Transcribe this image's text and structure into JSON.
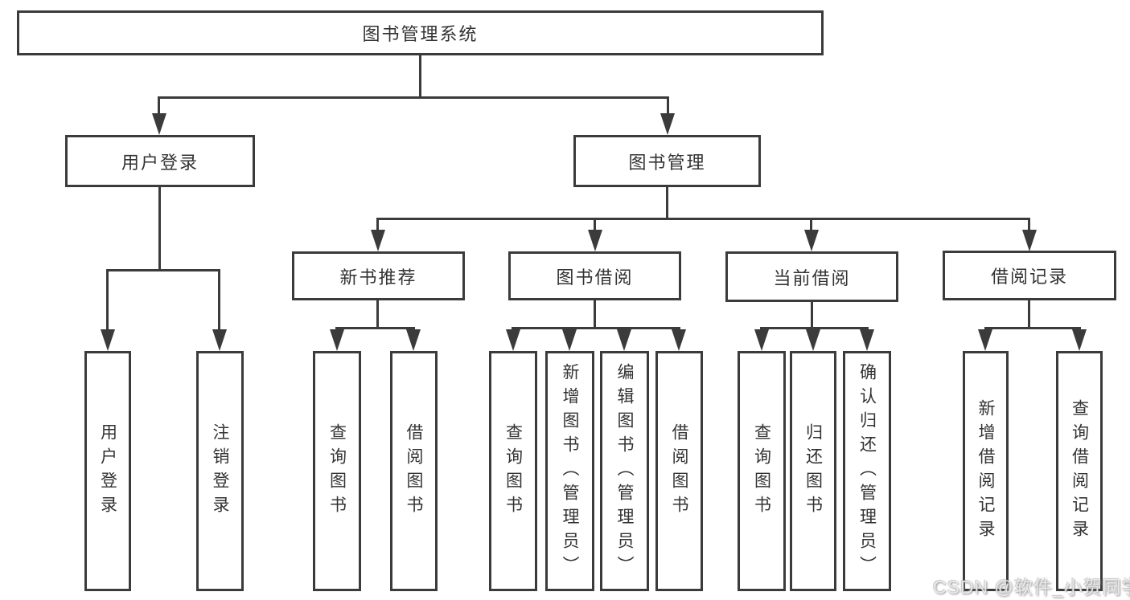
{
  "nodes": {
    "root": "图书管理系统",
    "user_login": "用户登录",
    "book_mgmt": "图书管理",
    "new_books": "新书推荐",
    "book_borrow": "图书借阅",
    "current_borrow": "当前借阅",
    "borrow_records": "借阅记录",
    "leaves": {
      "user_login": [
        "用户登录",
        "注销登录"
      ],
      "new_books": [
        "查询图书",
        "借阅图书"
      ],
      "book_borrow": [
        "查询图书",
        "新增图书（管理员）",
        "编辑图书（管理员）",
        "借阅图书"
      ],
      "current_borrow": [
        "查询图书",
        "归还图书",
        "确认归还（管理员）"
      ],
      "borrow_records": [
        "新增借阅记录",
        "查询借阅记录"
      ]
    }
  },
  "watermark": "CSDN @软件_小贺同学",
  "colors": {
    "line": "#3b3b3b",
    "text": "#333333",
    "background": "#ffffff"
  }
}
